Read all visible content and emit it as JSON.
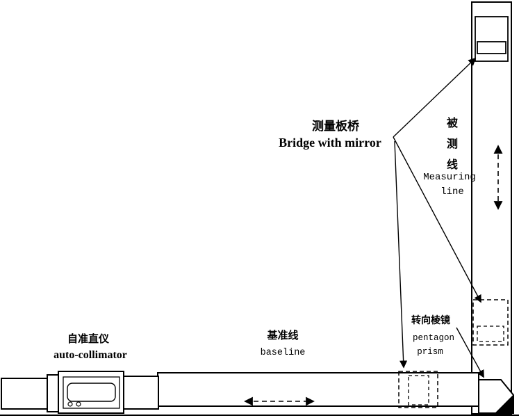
{
  "diagram": {
    "labels": {
      "bridge_cn": "测量板桥",
      "bridge_en": "Bridge with mirror",
      "measured_char_1": "被",
      "measured_char_2": "测",
      "measured_char_3": "线",
      "measuring_en_line1": "Measuring",
      "measuring_en_line2": "line",
      "pentagon_cn": "转向棱镜",
      "pentagon_en_line1": "pentagon",
      "pentagon_en_line2": "prism",
      "collimator_cn": "自准直仪",
      "collimator_en": "auto-collimator",
      "baseline_cn": "基准线",
      "baseline_en": "baseline"
    },
    "colors": {
      "line": "#000000",
      "background": "#ffffff",
      "prism_fill": "#000000"
    }
  }
}
